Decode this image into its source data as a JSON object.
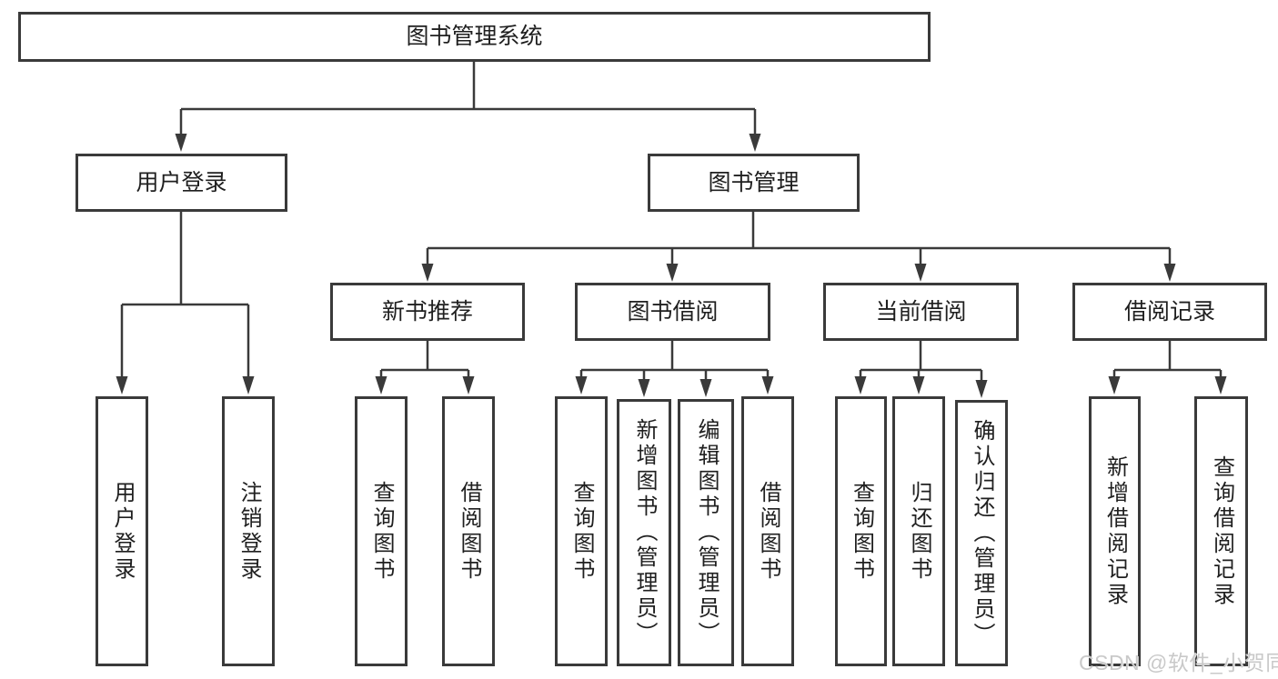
{
  "tree": {
    "label": "图书管理系统",
    "children": [
      {
        "label": "用户登录",
        "children": [
          {
            "label": "用户登录"
          },
          {
            "label": "注销登录"
          }
        ]
      },
      {
        "label": "图书管理",
        "children": [
          {
            "label": "新书推荐",
            "children": [
              {
                "label": "查询图书"
              },
              {
                "label": "借阅图书"
              }
            ]
          },
          {
            "label": "图书借阅",
            "children": [
              {
                "label": "查询图书"
              },
              {
                "label": "新增图书（管理员）"
              },
              {
                "label": "编辑图书（管理员）"
              },
              {
                "label": "借阅图书"
              }
            ]
          },
          {
            "label": "当前借阅",
            "children": [
              {
                "label": "查询图书"
              },
              {
                "label": "归还图书"
              },
              {
                "label": "确认归还（管理员）"
              }
            ]
          },
          {
            "label": "借阅记录",
            "children": [
              {
                "label": "新增借阅记录"
              },
              {
                "label": "查询借阅记录"
              }
            ]
          }
        ]
      }
    ]
  },
  "watermark": {
    "text": "CSDN @软件_小贺同学"
  },
  "colors": {
    "line": "#3a3a3a",
    "text": "#1f1f1f",
    "background": "#ffffff",
    "watermark": "#c9c9c9"
  }
}
